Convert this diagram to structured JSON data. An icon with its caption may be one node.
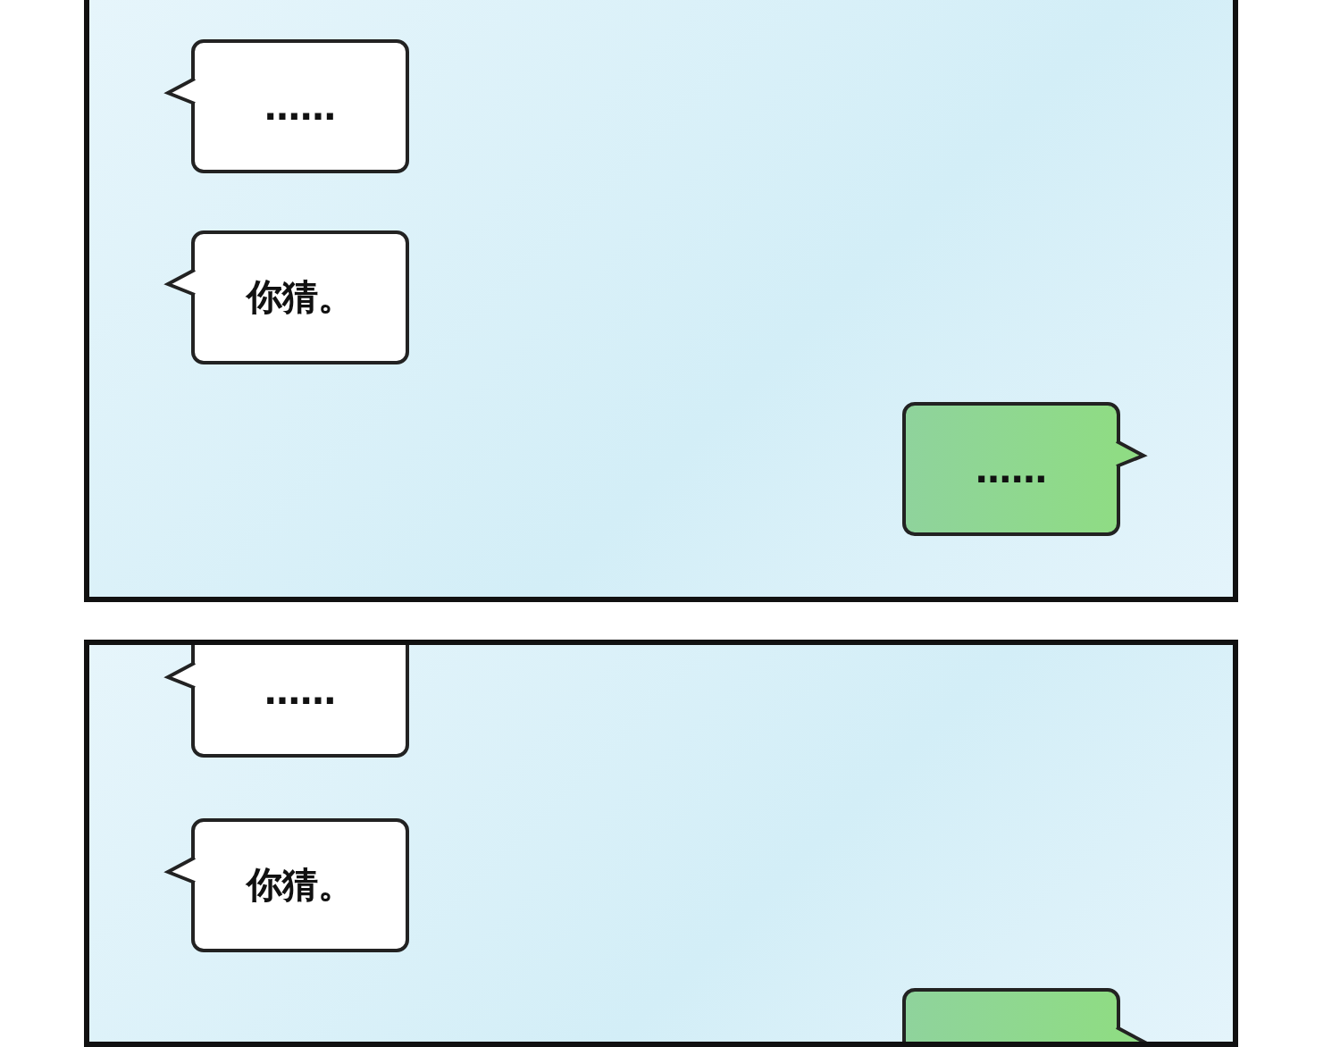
{
  "diagram": {
    "nodes": [
      {
        "text": [],
        "shape": "box"
      },
      {
        "text": [
          "……"
        ],
        "in": 0
      },
      {
        "text": [
          "你猜。"
        ],
        "in": 0
      },
      {
        "text": [
          "……"
        ],
        "in": 0
      },
      {
        "text": [],
        "shape": "box"
      },
      {
        "text": [
          "……"
        ],
        "in": 4
      },
      {
        "text": [
          "你猜。"
        ],
        "in": 4
      },
      {
        "text": [],
        "shape": "box",
        "in": 4
      }
    ]
  }
}
